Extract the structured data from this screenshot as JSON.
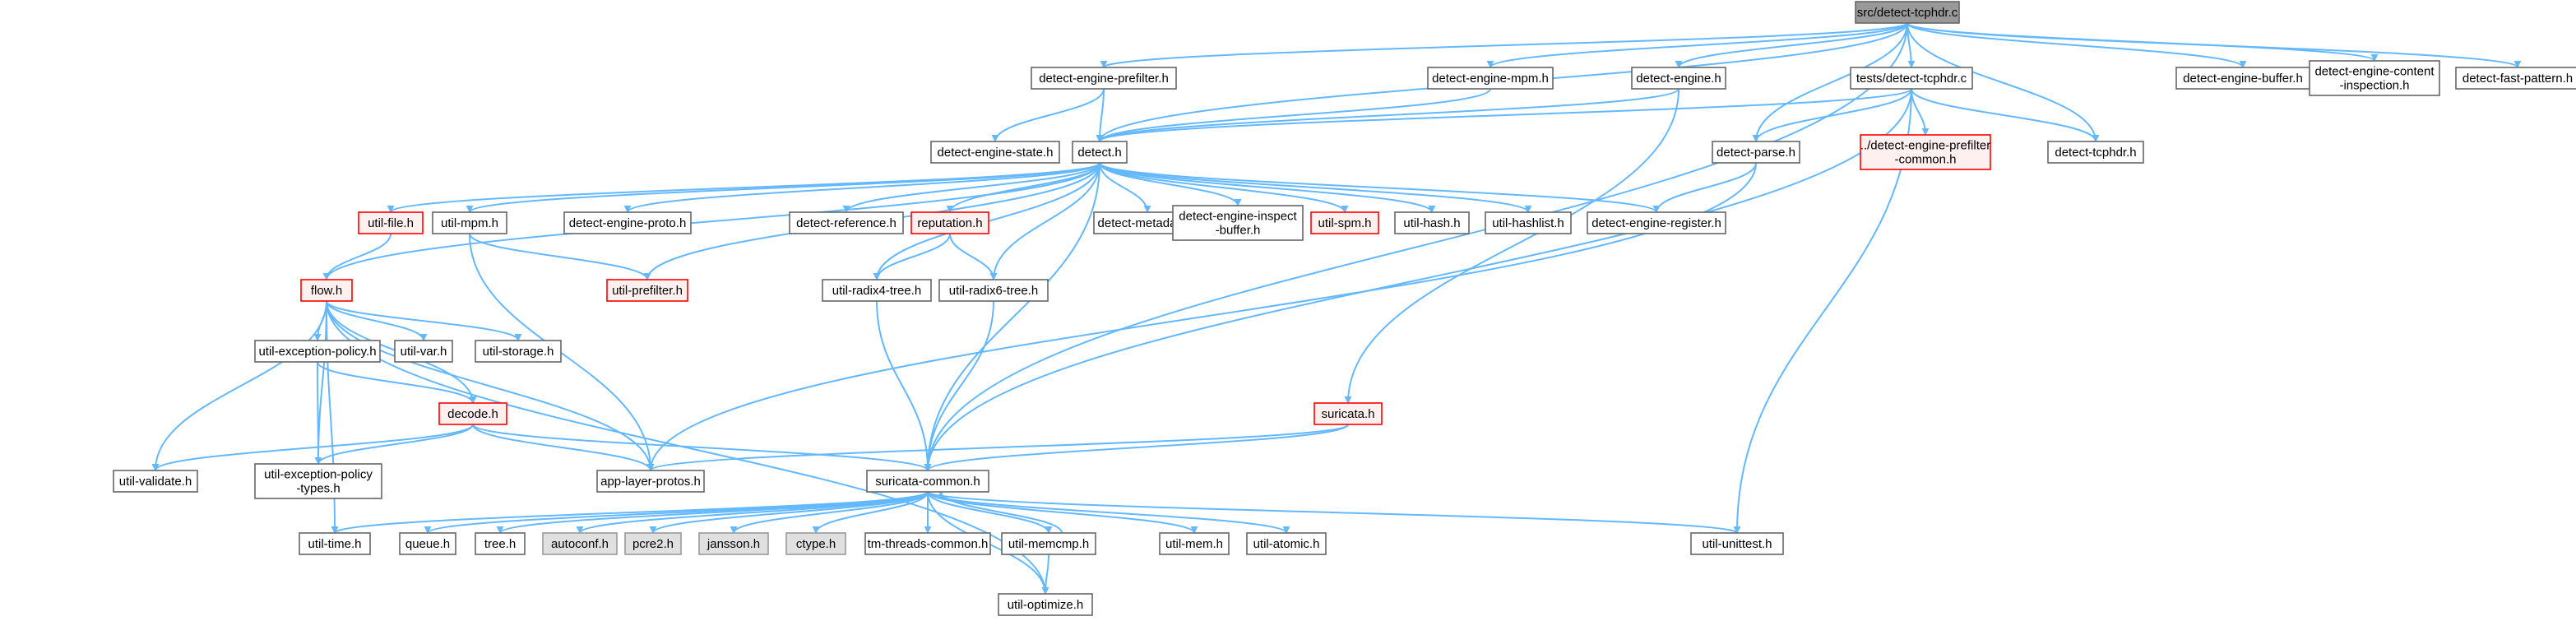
{
  "colors": {
    "edge": "#63b8ff",
    "node_fill": "#ffffff",
    "node_border": "#666666",
    "root_fill": "#999999",
    "root_border": "#666666",
    "incomplete_fill": "#fff0f0",
    "incomplete_border": "#ff0000",
    "external_fill": "#e0e0e0",
    "external_border": "#999999"
  },
  "nodes": [
    {
      "id": "root",
      "label": [
        "src/detect-tcphdr.c"
      ],
      "kind": "root"
    },
    {
      "id": "prefilter_h",
      "label": [
        "detect-engine-prefilter.h"
      ],
      "kind": "normal"
    },
    {
      "id": "mpm_h",
      "label": [
        "detect-engine-mpm.h"
      ],
      "kind": "normal"
    },
    {
      "id": "engine_h",
      "label": [
        "detect-engine.h"
      ],
      "kind": "normal"
    },
    {
      "id": "tests_tcphdr",
      "label": [
        "tests/detect-tcphdr.c"
      ],
      "kind": "normal"
    },
    {
      "id": "buffer_h",
      "label": [
        "detect-engine-buffer.h"
      ],
      "kind": "normal"
    },
    {
      "id": "content_insp",
      "label": [
        "detect-engine-content",
        "-inspection.h"
      ],
      "kind": "normal"
    },
    {
      "id": "fast_pattern",
      "label": [
        "detect-fast-pattern.h"
      ],
      "kind": "normal"
    },
    {
      "id": "engine_state",
      "label": [
        "detect-engine-state.h"
      ],
      "kind": "normal"
    },
    {
      "id": "detect_h",
      "label": [
        "detect.h"
      ],
      "kind": "normal"
    },
    {
      "id": "parse_h",
      "label": [
        "detect-parse.h"
      ],
      "kind": "normal"
    },
    {
      "id": "prefilter_common",
      "label": [
        "../detect-engine-prefilter",
        "-common.h"
      ],
      "kind": "incomplete"
    },
    {
      "id": "tcphdr_h",
      "label": [
        "detect-tcphdr.h"
      ],
      "kind": "normal"
    },
    {
      "id": "util_file",
      "label": [
        "util-file.h"
      ],
      "kind": "incomplete"
    },
    {
      "id": "util_mpm",
      "label": [
        "util-mpm.h"
      ],
      "kind": "normal"
    },
    {
      "id": "engine_proto",
      "label": [
        "detect-engine-proto.h"
      ],
      "kind": "normal"
    },
    {
      "id": "detect_reference",
      "label": [
        "detect-reference.h"
      ],
      "kind": "normal"
    },
    {
      "id": "reputation",
      "label": [
        "reputation.h"
      ],
      "kind": "incomplete"
    },
    {
      "id": "detect_metadata",
      "label": [
        "detect-metadata.h"
      ],
      "kind": "normal"
    },
    {
      "id": "inspect_buffer",
      "label": [
        "detect-engine-inspect",
        "-buffer.h"
      ],
      "kind": "normal"
    },
    {
      "id": "util_spm",
      "label": [
        "util-spm.h"
      ],
      "kind": "incomplete"
    },
    {
      "id": "util_hash",
      "label": [
        "util-hash.h"
      ],
      "kind": "normal"
    },
    {
      "id": "util_hashlist",
      "label": [
        "util-hashlist.h"
      ],
      "kind": "normal"
    },
    {
      "id": "engine_register",
      "label": [
        "detect-engine-register.h"
      ],
      "kind": "normal"
    },
    {
      "id": "flow_h",
      "label": [
        "flow.h"
      ],
      "kind": "incomplete"
    },
    {
      "id": "util_prefilter",
      "label": [
        "util-prefilter.h"
      ],
      "kind": "incomplete"
    },
    {
      "id": "radix4",
      "label": [
        "util-radix4-tree.h"
      ],
      "kind": "normal"
    },
    {
      "id": "radix6",
      "label": [
        "util-radix6-tree.h"
      ],
      "kind": "normal"
    },
    {
      "id": "exc_policy",
      "label": [
        "util-exception-policy.h"
      ],
      "kind": "normal"
    },
    {
      "id": "util_var",
      "label": [
        "util-var.h"
      ],
      "kind": "normal"
    },
    {
      "id": "util_storage",
      "label": [
        "util-storage.h"
      ],
      "kind": "normal"
    },
    {
      "id": "decode_h",
      "label": [
        "decode.h"
      ],
      "kind": "incomplete"
    },
    {
      "id": "suricata_h",
      "label": [
        "suricata.h"
      ],
      "kind": "incomplete"
    },
    {
      "id": "util_validate",
      "label": [
        "util-validate.h"
      ],
      "kind": "normal"
    },
    {
      "id": "exc_types",
      "label": [
        "util-exception-policy",
        "-types.h"
      ],
      "kind": "normal"
    },
    {
      "id": "app_layer",
      "label": [
        "app-layer-protos.h"
      ],
      "kind": "normal"
    },
    {
      "id": "suricata_common",
      "label": [
        "suricata-common.h"
      ],
      "kind": "normal"
    },
    {
      "id": "util_time",
      "label": [
        "util-time.h"
      ],
      "kind": "normal"
    },
    {
      "id": "queue_h",
      "label": [
        "queue.h"
      ],
      "kind": "normal"
    },
    {
      "id": "tree_h",
      "label": [
        "tree.h"
      ],
      "kind": "normal"
    },
    {
      "id": "autoconf",
      "label": [
        "autoconf.h"
      ],
      "kind": "external"
    },
    {
      "id": "pcre2",
      "label": [
        "pcre2.h"
      ],
      "kind": "external"
    },
    {
      "id": "jansson",
      "label": [
        "jansson.h"
      ],
      "kind": "external"
    },
    {
      "id": "ctype",
      "label": [
        "ctype.h"
      ],
      "kind": "external"
    },
    {
      "id": "tm_threads",
      "label": [
        "tm-threads-common.h"
      ],
      "kind": "normal"
    },
    {
      "id": "util_memcmp",
      "label": [
        "util-memcmp.h"
      ],
      "kind": "normal"
    },
    {
      "id": "util_mem",
      "label": [
        "util-mem.h"
      ],
      "kind": "normal"
    },
    {
      "id": "util_atomic",
      "label": [
        "util-atomic.h"
      ],
      "kind": "normal"
    },
    {
      "id": "util_unittest",
      "label": [
        "util-unittest.h"
      ],
      "kind": "normal"
    },
    {
      "id": "util_optimize",
      "label": [
        "util-optimize.h"
      ],
      "kind": "normal"
    }
  ],
  "edges": [
    [
      "root",
      "prefilter_h"
    ],
    [
      "root",
      "mpm_h"
    ],
    [
      "root",
      "engine_h"
    ],
    [
      "root",
      "tests_tcphdr"
    ],
    [
      "root",
      "buffer_h"
    ],
    [
      "root",
      "content_insp"
    ],
    [
      "root",
      "fast_pattern"
    ],
    [
      "root",
      "detect_h"
    ],
    [
      "root",
      "parse_h"
    ],
    [
      "root",
      "tcphdr_h"
    ],
    [
      "root",
      "suricata_common"
    ],
    [
      "prefilter_h",
      "engine_state"
    ],
    [
      "prefilter_h",
      "detect_h"
    ],
    [
      "mpm_h",
      "detect_h"
    ],
    [
      "engine_h",
      "detect_h"
    ],
    [
      "engine_h",
      "suricata_h"
    ],
    [
      "tests_tcphdr",
      "detect_h"
    ],
    [
      "tests_tcphdr",
      "parse_h"
    ],
    [
      "tests_tcphdr",
      "prefilter_common"
    ],
    [
      "tests_tcphdr",
      "tcphdr_h"
    ],
    [
      "tests_tcphdr",
      "suricata_common"
    ],
    [
      "tests_tcphdr",
      "util_unittest"
    ],
    [
      "parse_h",
      "engine_register"
    ],
    [
      "parse_h",
      "app_layer"
    ],
    [
      "detect_h",
      "util_file"
    ],
    [
      "detect_h",
      "util_mpm"
    ],
    [
      "detect_h",
      "engine_proto"
    ],
    [
      "detect_h",
      "detect_reference"
    ],
    [
      "detect_h",
      "reputation"
    ],
    [
      "detect_h",
      "detect_metadata"
    ],
    [
      "detect_h",
      "inspect_buffer"
    ],
    [
      "detect_h",
      "util_spm"
    ],
    [
      "detect_h",
      "util_hash"
    ],
    [
      "detect_h",
      "util_hashlist"
    ],
    [
      "detect_h",
      "engine_register"
    ],
    [
      "detect_h",
      "flow_h"
    ],
    [
      "detect_h",
      "util_prefilter"
    ],
    [
      "detect_h",
      "radix4"
    ],
    [
      "detect_h",
      "radix6"
    ],
    [
      "detect_h",
      "suricata_common"
    ],
    [
      "util_file",
      "flow_h"
    ],
    [
      "util_mpm",
      "util_prefilter"
    ],
    [
      "util_mpm",
      "app_layer"
    ],
    [
      "reputation",
      "radix4"
    ],
    [
      "reputation",
      "radix6"
    ],
    [
      "radix4",
      "suricata_common"
    ],
    [
      "radix6",
      "suricata_common"
    ],
    [
      "flow_h",
      "exc_policy"
    ],
    [
      "flow_h",
      "util_var"
    ],
    [
      "flow_h",
      "util_storage"
    ],
    [
      "flow_h",
      "decode_h"
    ],
    [
      "flow_h",
      "util_validate"
    ],
    [
      "flow_h",
      "exc_types"
    ],
    [
      "flow_h",
      "app_layer"
    ],
    [
      "flow_h",
      "util_time"
    ],
    [
      "flow_h",
      "util_optimize"
    ],
    [
      "exc_policy",
      "decode_h"
    ],
    [
      "exc_policy",
      "exc_types"
    ],
    [
      "decode_h",
      "util_validate"
    ],
    [
      "decode_h",
      "exc_types"
    ],
    [
      "decode_h",
      "app_layer"
    ],
    [
      "decode_h",
      "suricata_common"
    ],
    [
      "suricata_h",
      "suricata_common"
    ],
    [
      "suricata_h",
      "app_layer"
    ],
    [
      "suricata_common",
      "util_time"
    ],
    [
      "suricata_common",
      "queue_h"
    ],
    [
      "suricata_common",
      "tree_h"
    ],
    [
      "suricata_common",
      "autoconf"
    ],
    [
      "suricata_common",
      "pcre2"
    ],
    [
      "suricata_common",
      "jansson"
    ],
    [
      "suricata_common",
      "ctype"
    ],
    [
      "suricata_common",
      "tm_threads"
    ],
    [
      "suricata_common",
      "util_memcmp"
    ],
    [
      "suricata_common",
      "util_mem"
    ],
    [
      "suricata_common",
      "util_atomic"
    ],
    [
      "suricata_common",
      "util_unittest"
    ],
    [
      "suricata_common",
      "util_optimize"
    ],
    [
      "util_memcmp",
      "suricata_common"
    ],
    [
      "util_memcmp",
      "util_optimize"
    ]
  ]
}
